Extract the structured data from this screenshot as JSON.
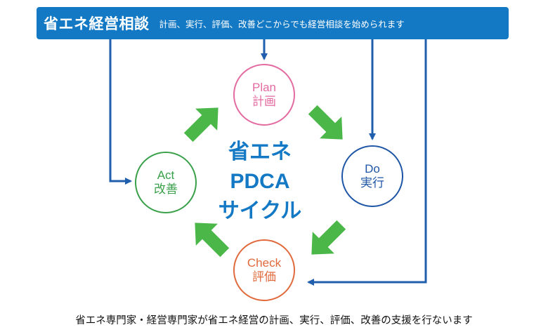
{
  "banner": {
    "title": "省エネ経営相談",
    "subtitle": "計画、実行、評価、改善どこからでも経営相談を始められます"
  },
  "cycle": {
    "center_lines": [
      "省エネ",
      "PDCA",
      "サイクル"
    ],
    "stages": [
      {
        "en": "Plan",
        "ja": "計画",
        "color": "#e36ba1"
      },
      {
        "en": "Do",
        "ja": "実行",
        "color": "#1f56a6"
      },
      {
        "en": "Check",
        "ja": "評価",
        "color": "#e06a3c"
      },
      {
        "en": "Act",
        "ja": "改善",
        "color": "#3aa04a"
      }
    ]
  },
  "footer": {
    "text": "省エネ専門家・経営専門家が省エネ経営の計画、実行、評価、改善の支援を行ないます"
  },
  "colors": {
    "accent": "#1479c4",
    "cycle_arrow": "#4cb749",
    "entry_arrow": "#1f5fae"
  }
}
